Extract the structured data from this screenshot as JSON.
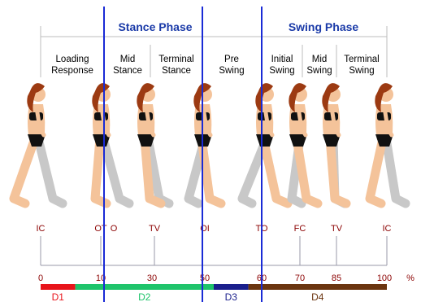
{
  "phases": [
    {
      "label": "Stance Phase"
    },
    {
      "label": "Swing Phase"
    }
  ],
  "subphases": [
    {
      "line1": "Loading",
      "line2": "Response"
    },
    {
      "line1": "Mid",
      "line2": "Stance"
    },
    {
      "line1": "Terminal",
      "line2": "Stance"
    },
    {
      "line1": "Pre",
      "line2": "Swing"
    },
    {
      "line1": "Initial",
      "line2": "Swing"
    },
    {
      "line1": "Mid",
      "line2": "Swing"
    },
    {
      "line1": "Terminal",
      "line2": "Swing"
    }
  ],
  "events": [
    {
      "label": "IC",
      "percent": 0
    },
    {
      "label": "OT",
      "percent": 10
    },
    {
      "label": "O",
      "percent": 10
    },
    {
      "label": "TV",
      "percent": 30
    },
    {
      "label": "OI",
      "percent": 50
    },
    {
      "label": "TO",
      "percent": 60
    },
    {
      "label": "FC",
      "percent": 70
    },
    {
      "label": "TV",
      "percent": 85
    },
    {
      "label": "IC",
      "percent": 100
    }
  ],
  "axis": {
    "ticks": [
      "0",
      "10",
      "30",
      "50",
      "60",
      "70",
      "85",
      "100"
    ],
    "tick_values": [
      0,
      10,
      30,
      50,
      60,
      70,
      85,
      100
    ],
    "unit": "%"
  },
  "double_support": [
    {
      "label": "D1",
      "start": 0,
      "end": 10,
      "color": "#e8141b"
    },
    {
      "label": "D2",
      "start": 10,
      "end": 50,
      "color": "#1fc46b"
    },
    {
      "label": "D3",
      "start": 50,
      "end": 60,
      "color": "#1a1f8c"
    },
    {
      "label": "D4",
      "start": 60,
      "end": 100,
      "color": "#6b3510"
    }
  ],
  "divider_percents": [
    10,
    50,
    60
  ],
  "colors": {
    "phase_title": "#1a3aa8",
    "divider": "#1a2bd6",
    "event_text": "#8b0000",
    "skin": "#f4c39a",
    "hair": "#9c3a12",
    "leg_gray": "#c8c8c8",
    "clothing": "#111111"
  }
}
